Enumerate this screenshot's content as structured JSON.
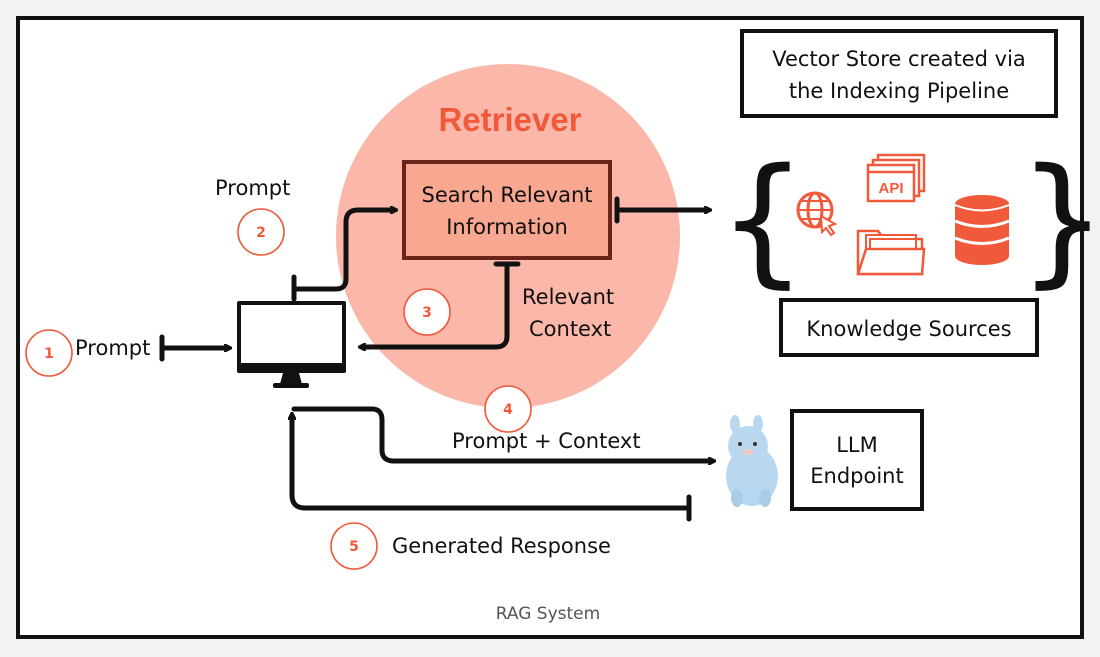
{
  "caption": "RAG System",
  "retriever": {
    "title": "Retriever",
    "box_text": [
      "Search Relevant",
      "Information"
    ]
  },
  "vector_store": {
    "lines": [
      "Vector Store created via",
      "the Indexing Pipeline"
    ]
  },
  "knowledge_sources": {
    "label": "Knowledge Sources",
    "icons": [
      "globe-cursor-icon",
      "api-icon",
      "folder-icon",
      "database-icon"
    ]
  },
  "llm": {
    "lines": [
      "LLM",
      "Endpoint"
    ]
  },
  "labels": {
    "prompt_in": "Prompt",
    "prompt_to_retriever": "Prompt",
    "relevant_context": [
      "Relevant",
      "Context"
    ],
    "prompt_plus_context": "Prompt + Context",
    "generated_response": "Generated Response"
  },
  "steps": [
    "1",
    "2",
    "3",
    "4",
    "5"
  ],
  "colors": {
    "accent": "#f05a3a",
    "retriever_fill": "#fbb7a9",
    "search_box_fill": "#f8a791",
    "search_box_border": "#6b2418",
    "frame": "#111111"
  }
}
